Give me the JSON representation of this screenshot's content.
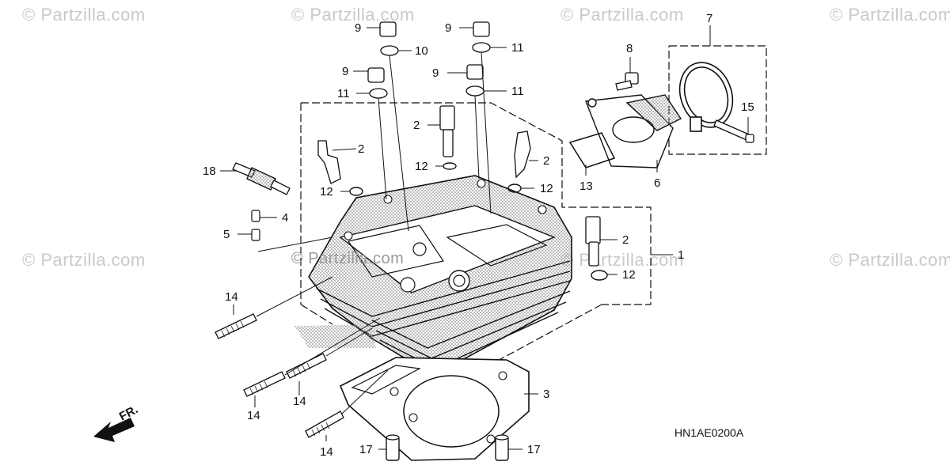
{
  "watermarks": [
    "© Partzilla.com",
    "© Partzilla.com",
    "© Partzilla.com",
    "© Partzilla.com",
    "© Partzilla.com",
    "© Partzilla.com",
    "© Partzilla.com"
  ],
  "center_watermark": "© Partzilla.com",
  "diagram_code": "HN1AE0200A",
  "front_arrow_label": "FR.",
  "callouts": {
    "c1": "1",
    "c2a": "2",
    "c2b": "2",
    "c2c": "2",
    "c2d": "2",
    "c3": "3",
    "c4": "4",
    "c5": "5",
    "c6": "6",
    "c7": "7",
    "c8": "8",
    "c9a": "9",
    "c9b": "9",
    "c9c": "9",
    "c9d": "9",
    "c10": "10",
    "c11a": "11",
    "c11b": "11",
    "c11c": "11",
    "c12a": "12",
    "c12b": "12",
    "c12c": "12",
    "c12d": "12",
    "c13": "13",
    "c14a": "14",
    "c14b": "14",
    "c14c": "14",
    "c14d": "14",
    "c15": "15",
    "c17a": "17",
    "c17b": "17",
    "c18": "18"
  },
  "colors": {
    "ink": "#111111",
    "stipple": "#9a9a9a",
    "watermark": "#c9c9c9"
  }
}
